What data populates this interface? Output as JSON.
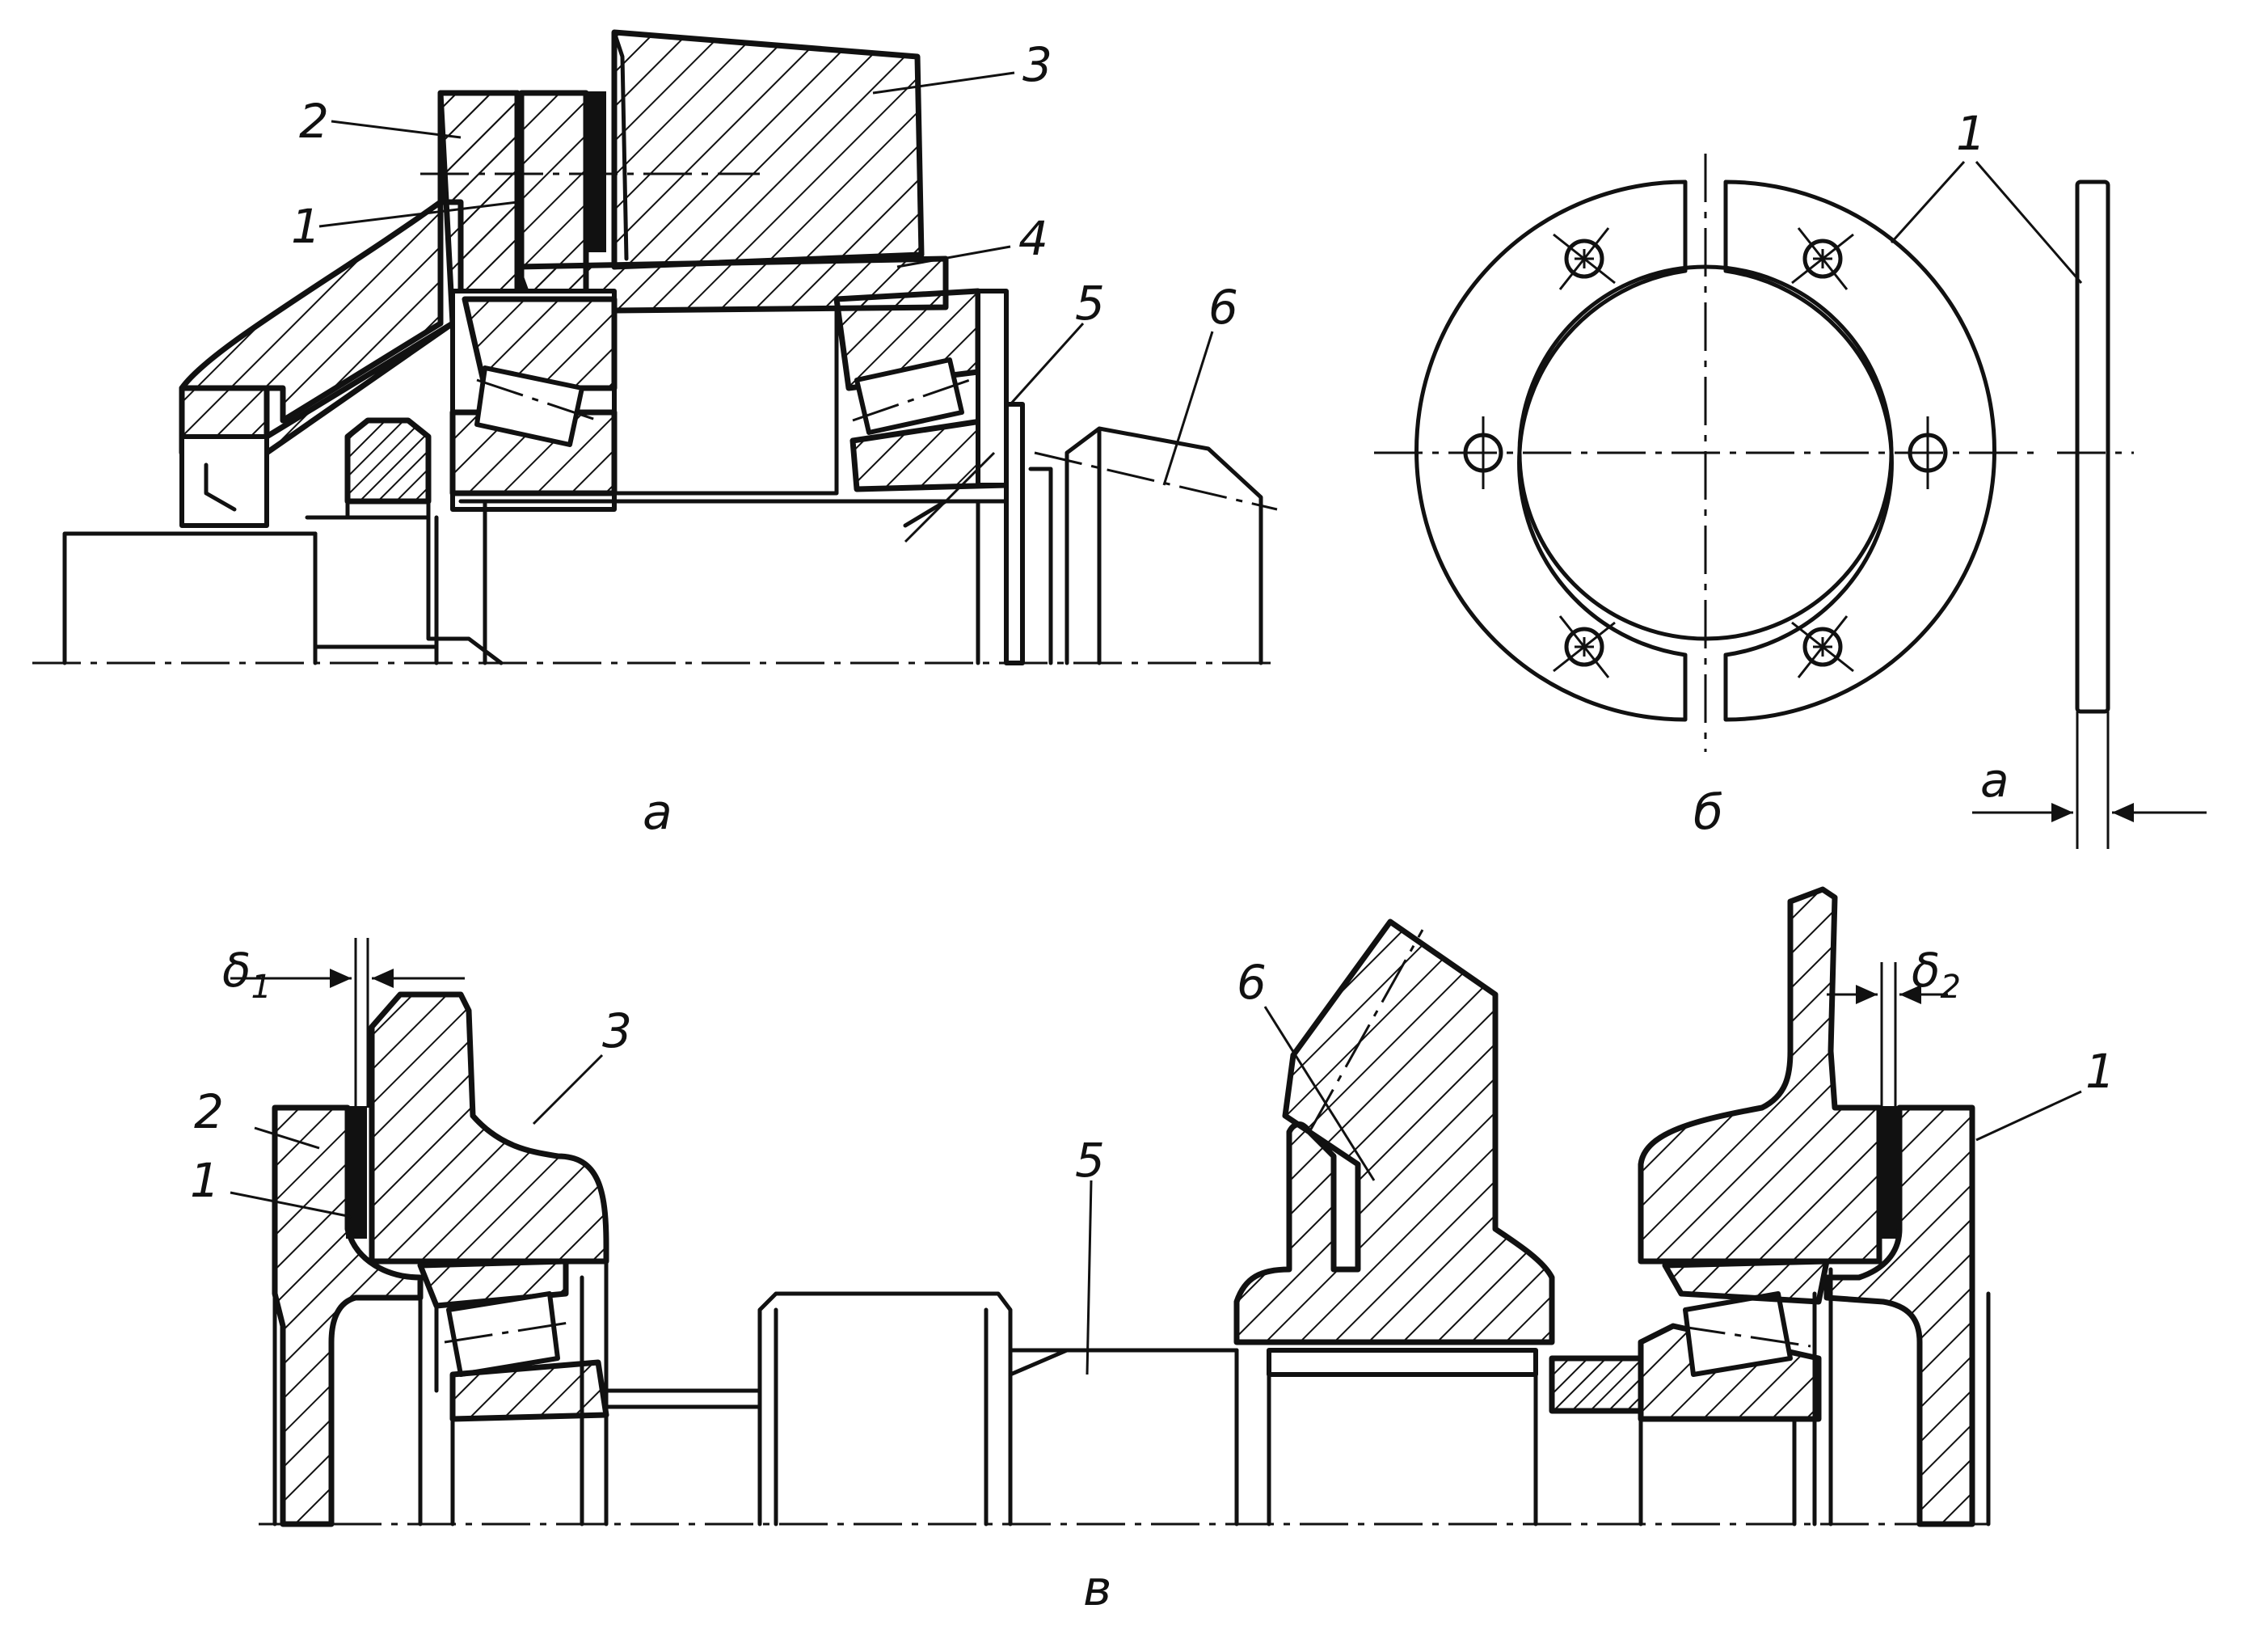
{
  "figure": {
    "panel_a": {
      "caption": "а",
      "labels": [
        "1",
        "2",
        "3",
        "4",
        "5",
        "6"
      ]
    },
    "panel_b": {
      "caption": "б",
      "labels": [
        "1"
      ],
      "dimension": "a"
    },
    "panel_v": {
      "caption": "в",
      "labels": [
        "1",
        "2",
        "3",
        "5",
        "6",
        "1"
      ],
      "gap_left": "δ",
      "gap_left_sub": "1",
      "gap_right": "δ",
      "gap_right_sub": "2"
    }
  }
}
